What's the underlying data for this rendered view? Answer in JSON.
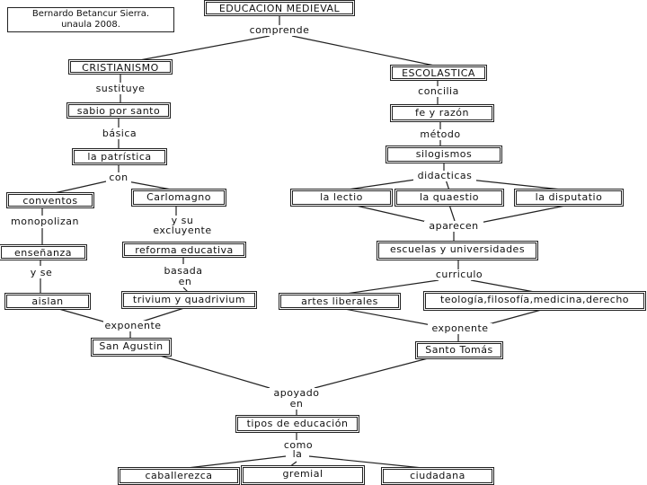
{
  "author": {
    "line1": "Bernardo Betancur Sierra.",
    "line2": "unaula 2008."
  },
  "nodes": {
    "educacion_medieval": "EDUCACION MEDIEVAL",
    "cristianismo": "CRISTIANISMO",
    "escolastica": "ESCOLASTICA",
    "sabio_por_santo": "sabio por santo",
    "la_patristica": "la patrística",
    "conventos": "conventos",
    "carlomagno": "Carlomagno",
    "ensenanza": "enseñanza",
    "reforma_educativa": "reforma educativa",
    "aislan": "aislan",
    "trivium": "trivium y quadrivium",
    "san_agustin": "San Agustin",
    "fe_y_razon": "fe y razón",
    "silogismos": "silogismos",
    "la_lectio": "la lectio",
    "la_quaestio": "la quaestio",
    "la_disputatio": "la disputatio",
    "escuelas": "escuelas y universidades",
    "artes_liberales": "artes liberales",
    "teologia": "teología,filosofía,medicina,derecho",
    "santo_tomas": "Santo Tomás",
    "tipos": "tipos de educación",
    "caballerezca": "caballerezca",
    "gremial": "gremial",
    "ciudadana": "ciudadana"
  },
  "links": {
    "comprende": "comprende",
    "sustituye": "sustituye",
    "basica": "básica",
    "con": "con",
    "monopolizan": "monopolizan",
    "y_su": "y su",
    "excluyente": "excluyente",
    "y_se": "y se",
    "basada": "basada",
    "en_1": "en",
    "exponente_1": "exponente",
    "concilia": "concilia",
    "metodo": "método",
    "didacticas": "didacticas",
    "aparecen": "aparecen",
    "curriculo": "curriculo",
    "exponente_2": "exponente",
    "apoyado": "apoyado",
    "en_2": "en",
    "como": "como",
    "la": "la"
  }
}
